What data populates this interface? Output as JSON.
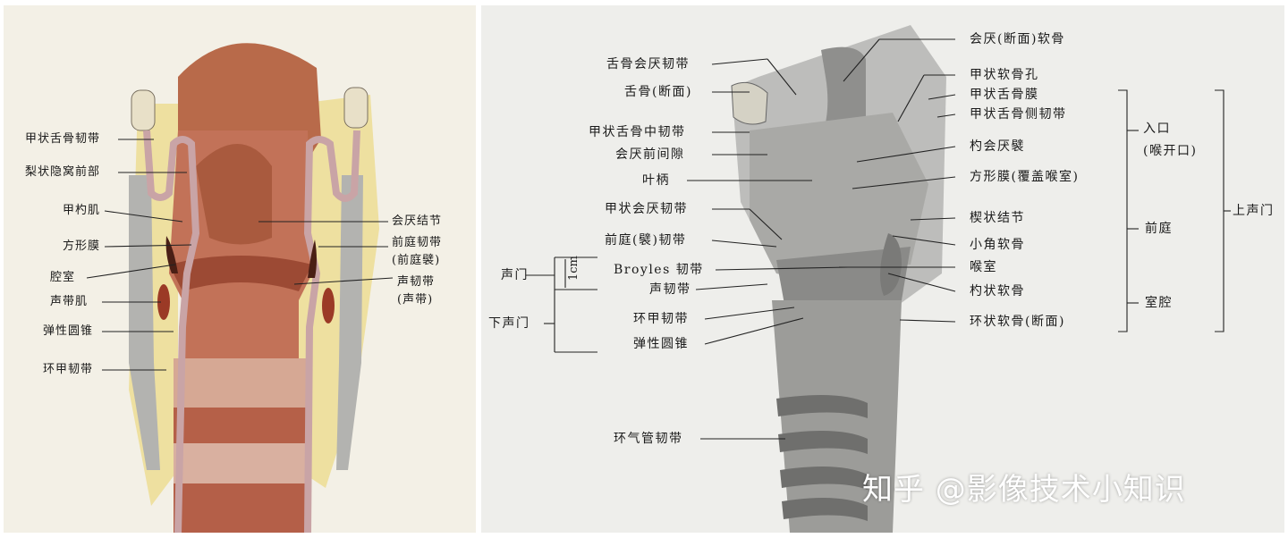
{
  "left_labels": {
    "l1": "甲状舌骨韧带",
    "l2": "梨状隐窝前部",
    "l3": "甲杓肌",
    "l4": "方形膜",
    "l5": "腔室",
    "l6": "声带肌",
    "l7": "弹性圆锥",
    "l8": "环甲韧带",
    "r1": "会厌结节",
    "r2": "前庭韧带",
    "r2b": "(前庭襞)",
    "r3": "声韧带",
    "r3b": "(声带)"
  },
  "right_labels": {
    "a1": "舌骨会厌韧带",
    "a2": "舌骨(断面)",
    "a3": "甲状舌骨中韧带",
    "a4": "会厌前间隙",
    "a5": "叶柄",
    "a6": "甲状会厌韧带",
    "a7": "前庭(襞)韧带",
    "a8": "Broyles 韧带",
    "a9": "声韧带",
    "a10": "环甲韧带",
    "a11": "弹性圆锥",
    "a12": "环气管韧带",
    "b1": "会厌(断面)软骨",
    "b2": "甲状软骨孔",
    "b3": "甲状舌骨膜",
    "b4": "甲状舌骨侧韧带",
    "b5": "杓会厌襞",
    "b6": "方形膜(覆盖喉室)",
    "b7": "楔状结节",
    "b8": "小角软骨",
    "b9": "喉室",
    "b10": "杓状软骨",
    "b11": "环状软骨(断面)"
  },
  "regions": {
    "glottis": "声门",
    "subglottis": "下声门",
    "scale": "1cm",
    "entrance": "入口",
    "entrance_sub": "(喉开口)",
    "vestibule": "前庭",
    "ventricle": "室腔",
    "supraglottis": "上声门"
  },
  "watermark": "知乎 @影像技术小知识"
}
